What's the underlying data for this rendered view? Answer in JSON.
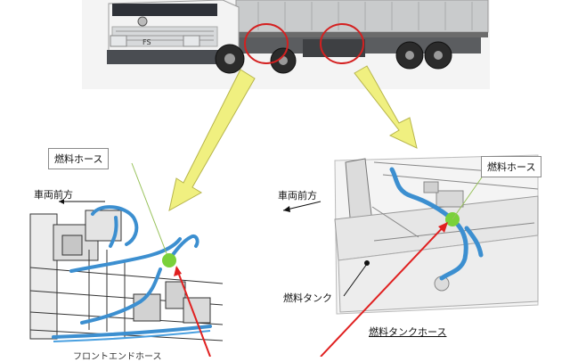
{
  "truck": {
    "badge": "FS",
    "emblem": "mitsubishi-fuso-emblem"
  },
  "left_panel": {
    "hose_label": "燃料ホース",
    "direction_label": "車両前方",
    "bottom_caption": "フロントエンドホース"
  },
  "right_panel": {
    "hose_label": "燃料ホース",
    "direction_label": "車両前方",
    "tank_label": "燃料タンク",
    "caption": "燃料タンクホース"
  },
  "colors": {
    "callout_arrow": "#f0f080",
    "highlight_circle": "#d42020",
    "hose": "#3c8fd0",
    "marker": "#7ad13a",
    "leader_red": "#e02020"
  }
}
